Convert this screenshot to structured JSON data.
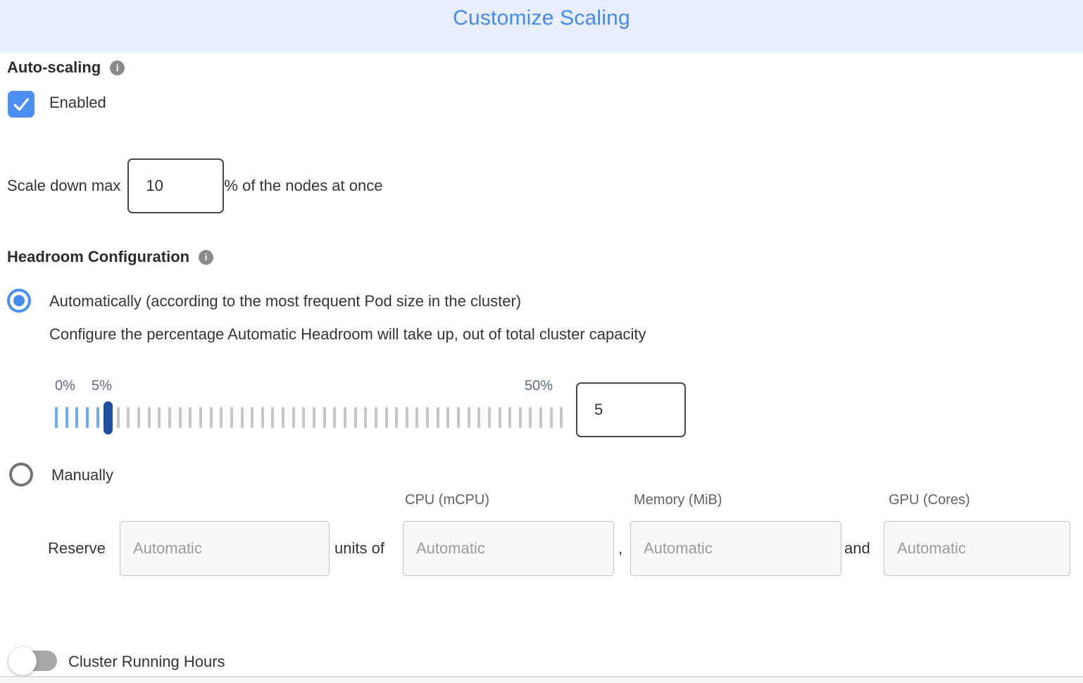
{
  "title": "Customize Scaling",
  "auto_scaling": {
    "section_label": "Auto-scaling",
    "enabled_label": "Enabled",
    "enabled_checked": true,
    "scale_down_prefix": "Scale down max",
    "scale_down_value": "10",
    "scale_down_suffix": "% of the nodes at once"
  },
  "headroom": {
    "section_label": "Headroom Configuration",
    "automatic_label": "Automatically (according to the most frequent Pod size in the cluster)",
    "automatic_selected": true,
    "automatic_description": "Configure the percentage Automatic Headroom will take up, out of total cluster capacity",
    "slider": {
      "min_label": "0%",
      "current_label": "5%",
      "max_label": "50%",
      "value": "5",
      "tick_count": 50,
      "active_tick_count": 6,
      "handle_tick_index": 5
    },
    "manually_label": "Manually",
    "manually_selected": false,
    "manual": {
      "reserve_label": "Reserve",
      "units_of_label": "units of",
      "comma_separator": ",",
      "and_separator": "and",
      "count_placeholder": "Automatic",
      "columns": [
        {
          "header": "CPU (mCPU)",
          "placeholder": "Automatic"
        },
        {
          "header": "Memory (MiB)",
          "placeholder": "Automatic"
        },
        {
          "header": "GPU (Cores)",
          "placeholder": "Automatic"
        }
      ]
    }
  },
  "cluster_running_hours": {
    "label": "Cluster Running Hours",
    "enabled": false
  },
  "icons": {
    "info": "i",
    "check": "checkmark"
  },
  "colors": {
    "accent_blue": "#4489f6",
    "header_bg": "#e8eefc",
    "control_blue": "#4b8ff2",
    "slider_active_tick": "#67acf5",
    "slider_inactive_tick": "#c6c6c6",
    "slider_handle": "#1d4fa3",
    "toggle_track_off": "#a8a8a8",
    "muted_label": "#5f6368"
  }
}
